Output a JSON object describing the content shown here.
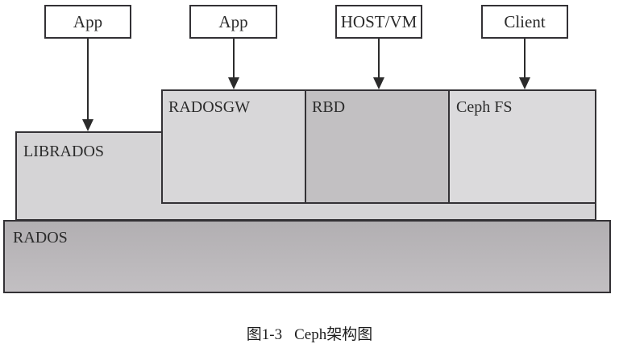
{
  "diagram": {
    "top_boxes": [
      {
        "label": "App"
      },
      {
        "label": "App"
      },
      {
        "label": "HOST/VM"
      },
      {
        "label": "Client"
      }
    ],
    "middle_layer": {
      "librados": "LIBRADOS",
      "radosgw": "RADOSGW",
      "rbd": "RBD",
      "cephfs": "Ceph FS"
    },
    "bottom_layer": {
      "rados": "RADOS"
    },
    "arrows": [
      {
        "from": "App",
        "to": "LIBRADOS"
      },
      {
        "from": "App",
        "to": "RADOSGW"
      },
      {
        "from": "HOST/VM",
        "to": "RBD"
      },
      {
        "from": "Client",
        "to": "Ceph FS"
      }
    ],
    "caption": {
      "figure_number": "图1-3",
      "title": "Ceph架构图"
    }
  },
  "colors": {
    "background": "#ffffff",
    "border": "#333135",
    "top_box_fill": "#ffffff",
    "librados_fill": "#d5d4d6",
    "radosgw_fill": "#d8d7d9",
    "rbd_fill": "#c2c0c2",
    "cephfs_fill": "#dbdadc",
    "rados_fill_top": "#b2afb2",
    "rados_fill_bottom": "#c2bfc2",
    "text": "#2b2b2b"
  }
}
